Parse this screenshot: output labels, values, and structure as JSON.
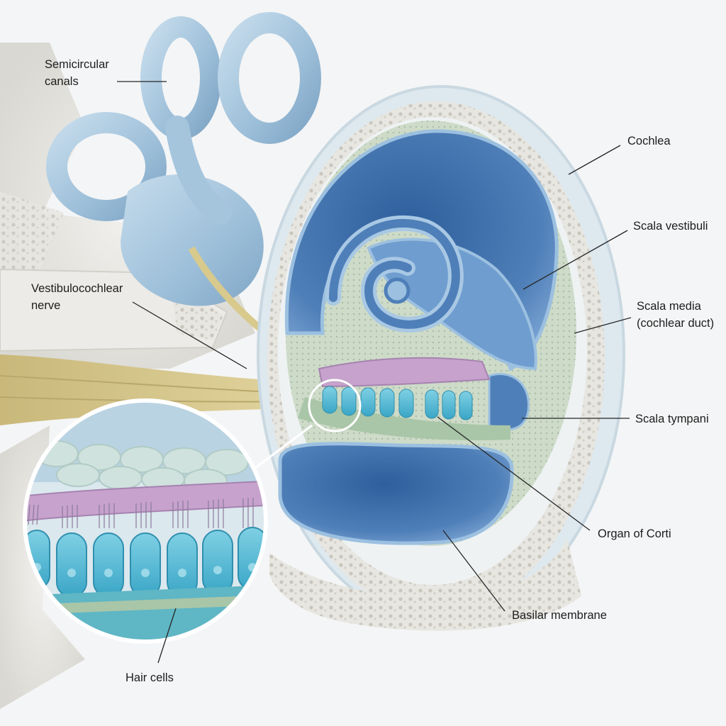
{
  "labels": {
    "semicircular_canals": "Semicircular\ncanals",
    "cochlea": "Cochlea",
    "scala_vestibuli": "Scala vestibuli",
    "scala_media": "Scala media\n(cochlear duct)",
    "vestibulocochlear_nerve": "Vestibulocochlear\nnerve",
    "scala_tympani": "Scala tympani",
    "organ_of_corti": "Organ of Corti",
    "basilar_membrane": "Basilar membrane",
    "hair_cells": "Hair cells"
  },
  "colors": {
    "background": "#f4f5f6",
    "bone": "#e9e8e3",
    "canal_blue": "#a8c7de",
    "scala_blue": "#4f7fb8",
    "hair_cell_cyan": "#58bcd6",
    "membrane_purple": "#c6a2cc",
    "nerve_yellow": "#d8c98c",
    "tissue_green": "#c9d8c4"
  }
}
